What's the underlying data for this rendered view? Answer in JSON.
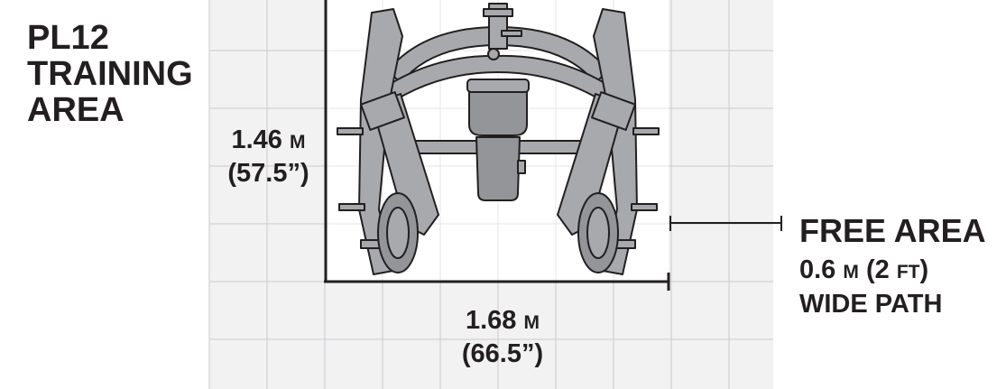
{
  "title": {
    "line1": "PL12",
    "line2": "TRAINING",
    "line3": "AREA"
  },
  "depth": {
    "metric_value": "1.46",
    "metric_unit": "M",
    "imperial": "(57.5”)"
  },
  "width": {
    "metric_value": "1.68",
    "metric_unit": "M",
    "imperial": "(66.5”)"
  },
  "free_area": {
    "heading": "FREE AREA",
    "metric_value": "0.6",
    "metric_unit": "M",
    "imperial_value": "(2",
    "imperial_unit": "FT",
    "imperial_close": ")",
    "path": "WIDE PATH"
  },
  "colors": {
    "grid_fill": "#f2f2f3",
    "grid_line": "#c9cacc",
    "ink": "#231f20",
    "machine": "#a7a9ac"
  }
}
